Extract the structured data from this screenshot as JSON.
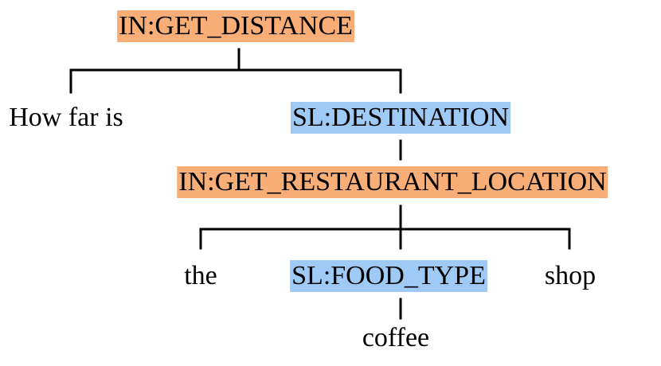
{
  "colors": {
    "intent": "#f8ae76",
    "slot": "#9fcaf6",
    "edge": "#000000",
    "text": "#000000"
  },
  "tree": {
    "root": {
      "label": "IN:GET_DISTANCE",
      "kind": "intent",
      "children": [
        {
          "label": "How far is",
          "kind": "token"
        },
        {
          "label": "SL:DESTINATION",
          "kind": "slot",
          "children": [
            {
              "label": "IN:GET_RESTAURANT_LOCATION",
              "kind": "intent",
              "children": [
                {
                  "label": "the",
                  "kind": "token"
                },
                {
                  "label": "SL:FOOD_TYPE",
                  "kind": "slot",
                  "children": [
                    {
                      "label": "coffee",
                      "kind": "token"
                    }
                  ]
                },
                {
                  "label": "shop",
                  "kind": "token"
                }
              ]
            }
          ]
        }
      ]
    }
  }
}
